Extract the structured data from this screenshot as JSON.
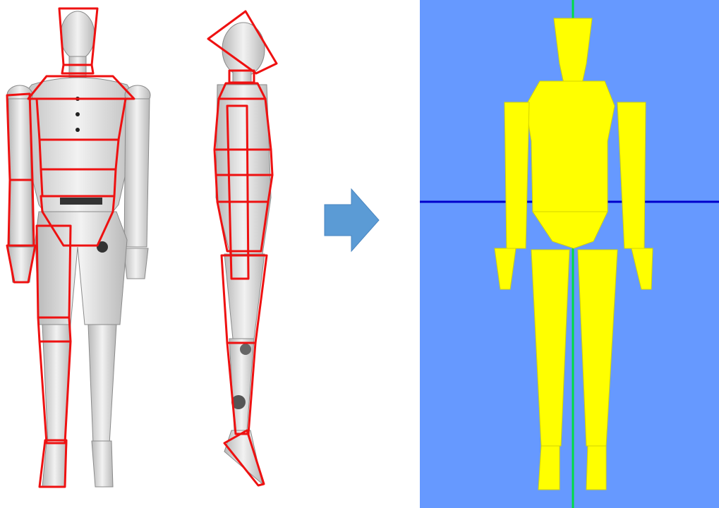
{
  "figure": {
    "colors": {
      "segment_outline": "#ee1111",
      "arrow": "#5b9bd5",
      "viewport_background": "#6699ff",
      "model_body": "#ffff00",
      "model_shade": "#d4d400",
      "axis_vertical": "#00dd44",
      "axis_horizontal": "#0000cc",
      "dummy_body": "#e6e6e6",
      "dummy_shadow": "#9a9a9a"
    },
    "left": {
      "views": [
        "front-view",
        "side-view"
      ],
      "front_segments": [
        "head",
        "neck",
        "upper-chest",
        "chest",
        "abdomen",
        "pelvis",
        "left-upper-arm",
        "left-forearm",
        "left-hand",
        "left-thigh",
        "left-lower-leg",
        "left-foot"
      ],
      "side_segments": [
        "head",
        "neck",
        "upper-torso",
        "mid-torso",
        "lower-torso",
        "pelvis",
        "thigh",
        "lower-leg",
        "foot"
      ]
    },
    "arrow_icon": "right-arrow-icon",
    "right": {
      "model_segments": [
        "head",
        "torso",
        "pelvis",
        "left-upper-arm",
        "right-upper-arm",
        "left-hand",
        "right-hand",
        "left-leg",
        "right-leg",
        "left-foot",
        "right-foot"
      ]
    }
  }
}
